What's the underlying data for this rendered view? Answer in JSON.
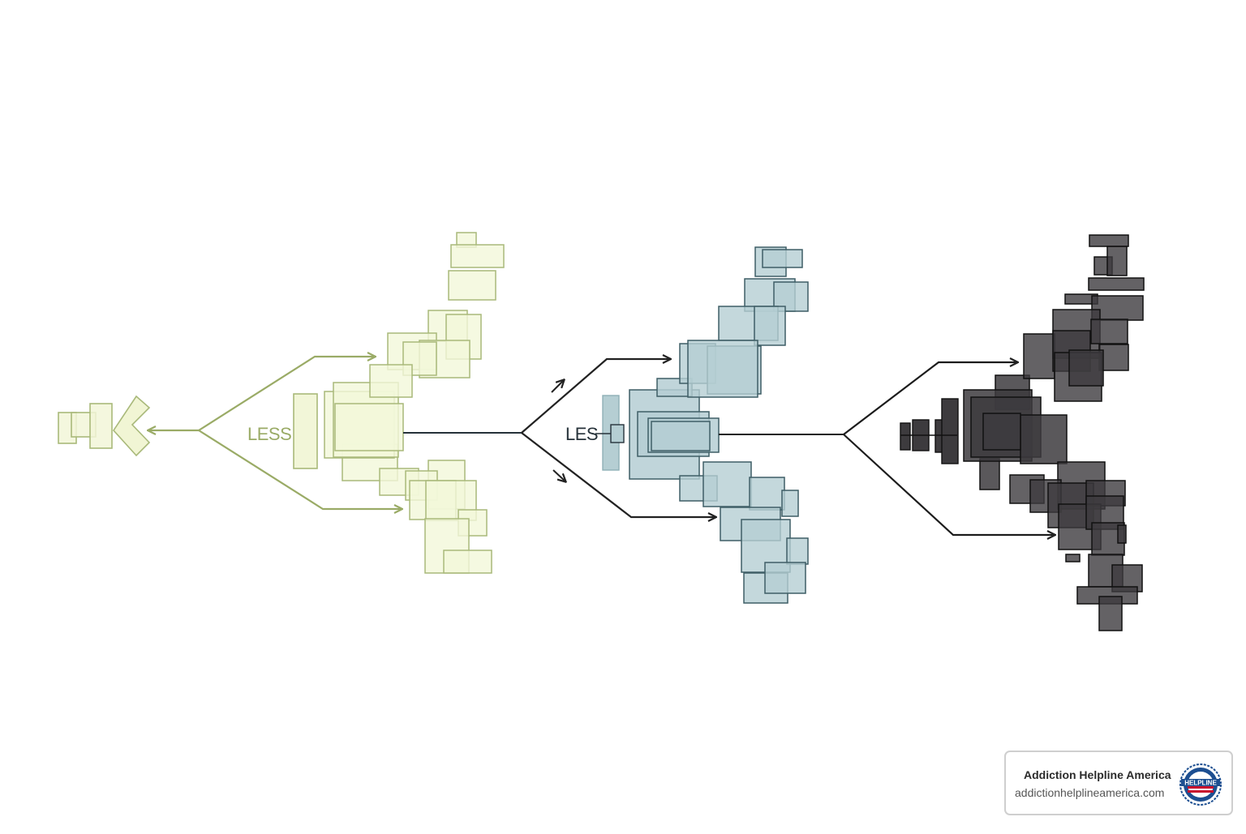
{
  "diagram": {
    "stages": [
      {
        "id": "stage-1",
        "label": "LESS",
        "color": "#9aab66",
        "fill": "#f2f6d8"
      },
      {
        "id": "stage-2",
        "label": "LES",
        "color": "#26323a",
        "fill": "#b5ced3"
      },
      {
        "id": "stage-3",
        "label": "",
        "color": "#1c1c1c",
        "fill": "#3d3b3e"
      }
    ]
  },
  "badge": {
    "title": "Addiction Helpline America",
    "url": "addictionhelplineamerica.com",
    "seal_text": "HELPLINE",
    "seal_icon": "helpline-seal-icon",
    "colors": {
      "seal_blue": "#1d4f91",
      "seal_red": "#c8102e"
    }
  }
}
